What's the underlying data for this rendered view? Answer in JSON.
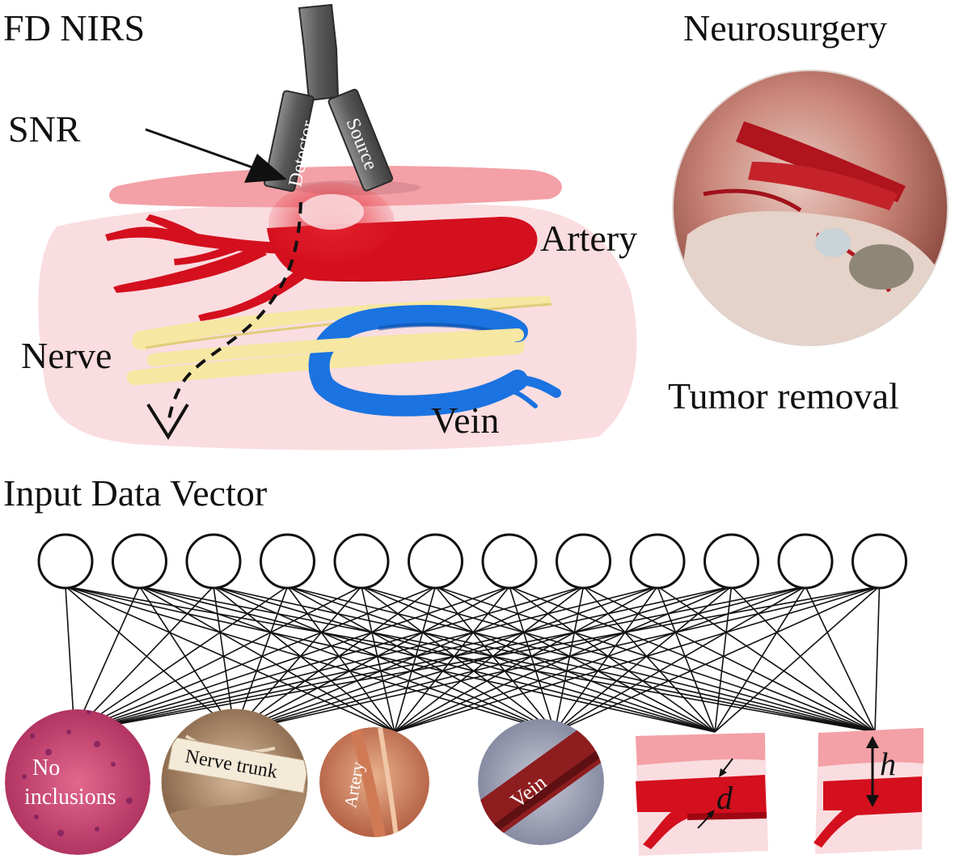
{
  "labels": {
    "fd_nirs": "FD NIRS",
    "neurosurgery": "Neurosurgery",
    "snr": "SNR",
    "detector": "Detector",
    "source": "Source",
    "artery": "Artery",
    "nerve": "Nerve",
    "vein": "Vein",
    "tumor_removal": "Tumor removal",
    "input_data_vector": "Input Data Vector"
  },
  "network": {
    "input_node_count": 12,
    "output_class_count": 6
  },
  "outputs": [
    {
      "kind": "photo",
      "label": "No inclusions"
    },
    {
      "kind": "photo",
      "label": "Nerve trunk"
    },
    {
      "kind": "photo",
      "label": "Artery"
    },
    {
      "kind": "photo",
      "label": "Vein"
    },
    {
      "kind": "schematic",
      "symbol": "d"
    },
    {
      "kind": "schematic",
      "symbol": "h"
    }
  ],
  "colors": {
    "tissue": "#fadde0",
    "skin": "#f3a0a6",
    "artery": "#d40f1e",
    "nerve": "#f6e7a2",
    "vein": "#1a73e0",
    "probe": "#6b6b6b"
  }
}
